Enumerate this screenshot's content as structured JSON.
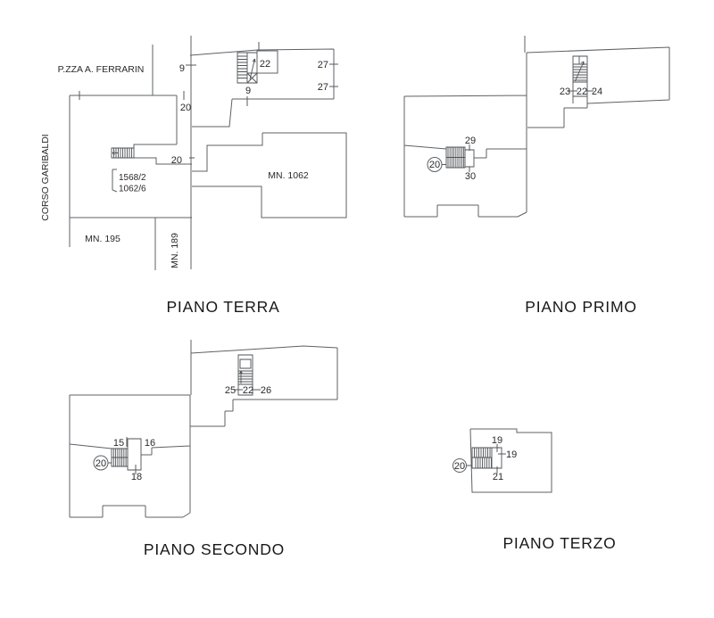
{
  "drawing_type": "cadastral floor plans",
  "colors": {
    "background": "#ffffff",
    "line": "#5d6165",
    "text": "#2a2a2a"
  },
  "floors": [
    {
      "name": "terra",
      "title": "PIANO TERRA",
      "labels": {
        "piazza": "P.ZZA A. FERRARIN",
        "corso": "CORSO GARIBALDI",
        "mn1062": "MN. 1062",
        "mn195": "MN. 195",
        "mn189": "MN. 189",
        "sub_a": "1568/2",
        "sub_b": "1062/6",
        "dim9_left": "9",
        "dim9_mid": "9",
        "dim20_top": "20",
        "dim20_mid": "20",
        "dim27_top": "27",
        "dim27_bottom": "27",
        "room22": "22"
      }
    },
    {
      "name": "primo",
      "title": "PIANO PRIMO",
      "labels": {
        "room23": "23",
        "room22": "22",
        "room24": "24",
        "room29": "29",
        "room30": "30",
        "circle20": "20"
      }
    },
    {
      "name": "secondo",
      "title": "PIANO SECONDO",
      "labels": {
        "room25": "25",
        "room22": "22",
        "room26": "26",
        "room15": "15",
        "room16": "16",
        "room18": "18",
        "circle20": "20"
      }
    },
    {
      "name": "terzo",
      "title": "PIANO TERZO",
      "labels": {
        "room19_top": "19",
        "room19_right": "19",
        "room21": "21",
        "circle20": "20"
      }
    }
  ]
}
